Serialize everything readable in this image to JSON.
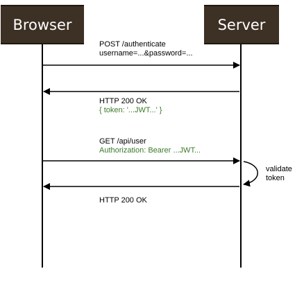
{
  "actors": {
    "browser": "Browser",
    "server": "Server"
  },
  "messages": [
    {
      "direction": "browser-to-server",
      "line1": "POST /authenticate",
      "line2": "username=...&password=..."
    },
    {
      "direction": "server-to-browser",
      "line1": "HTTP 200 OK",
      "line2": "{ token: '...JWT...' }"
    },
    {
      "direction": "browser-to-server",
      "line1": "GET /api/user",
      "line2": "Authorization: Bearer ...JWT..."
    },
    {
      "direction": "server-to-browser",
      "line1": "HTTP 200 OK"
    }
  ],
  "self_note": {
    "line1": "validate",
    "line2": "token"
  },
  "colors": {
    "actor_background": "#3d3024",
    "actor_text": "#ffffff",
    "secondary_text": "#3b7a2a",
    "lines": "#000000"
  }
}
